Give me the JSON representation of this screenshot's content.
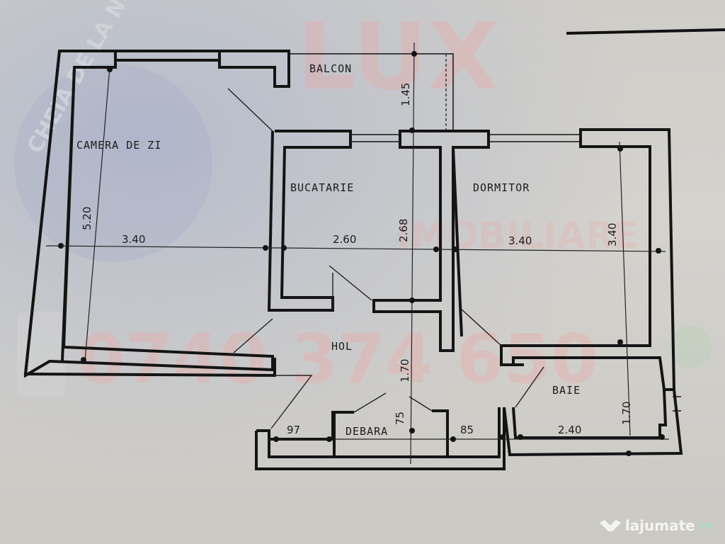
{
  "watermarks": {
    "circle_text": "CHEIA DE LA NOI",
    "brand": "LUX",
    "subtitle": "IMOBILIARE",
    "phone": "0740 374 650",
    "colors": {
      "brand": "#f0a6a3",
      "circle": "#9aa6c9",
      "phone": "#f0a6a3"
    }
  },
  "rooms": [
    {
      "id": "camera-de-zi",
      "label": "CAMERA DE ZI",
      "width": "3.40",
      "length": "5.20"
    },
    {
      "id": "balcon",
      "label": "BALCON",
      "depth": "1.45"
    },
    {
      "id": "bucatarie",
      "label": "BUCATARIE",
      "width": "2.60",
      "length": "2.68"
    },
    {
      "id": "dormitor",
      "label": "DORMITOR",
      "width": "3.40",
      "length": "3.40"
    },
    {
      "id": "hol",
      "label": "HOL",
      "length": "1.70"
    },
    {
      "id": "debara",
      "label": "DEBARA",
      "door": "75"
    },
    {
      "id": "baie",
      "label": "BAIE",
      "width": "2.40",
      "length": "1.70"
    }
  ],
  "dimensions": {
    "left_segment": "97",
    "right_segment": "85"
  },
  "logo": {
    "text": "lajumate",
    "tld": ".ro"
  }
}
